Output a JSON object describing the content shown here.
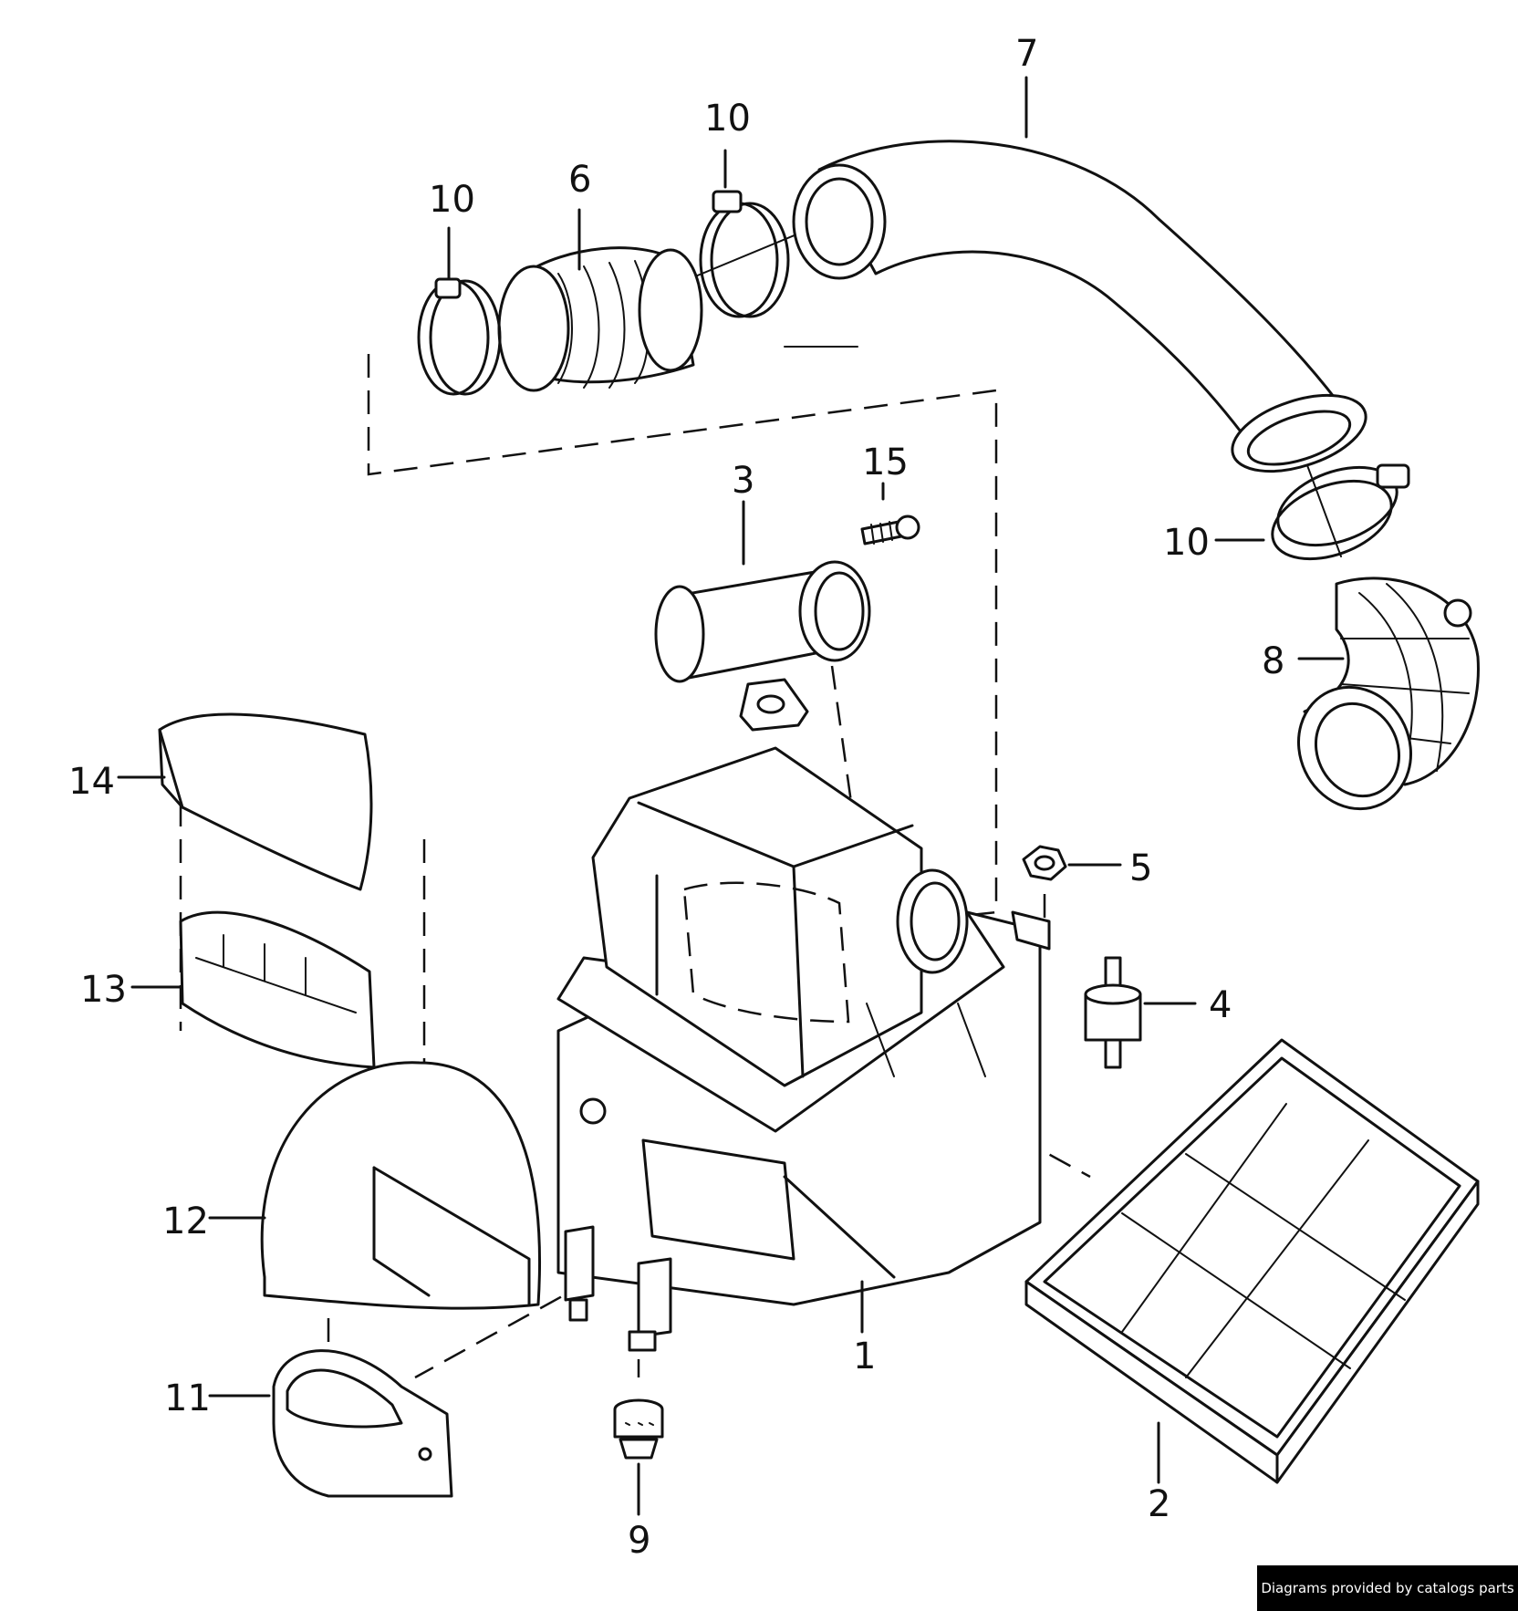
{
  "diagram": {
    "colors": {
      "line": "#111111",
      "background": "#ffffff",
      "credit_bg": "#000000",
      "credit_fg": "#ffffff"
    },
    "parts": [
      {
        "id": "air-filter-housing",
        "number": "1"
      },
      {
        "id": "filter-element",
        "number": "2"
      },
      {
        "id": "air-mass-meter",
        "number": "3"
      },
      {
        "id": "rubber-mount",
        "number": "4"
      },
      {
        "id": "hex-nut",
        "number": "5"
      },
      {
        "id": "bellows-hose",
        "number": "6"
      },
      {
        "id": "intake-hose",
        "number": "7"
      },
      {
        "id": "elbow-connector",
        "number": "8"
      },
      {
        "id": "grommet",
        "number": "9"
      },
      {
        "id": "hose-clamp-left",
        "number": "10"
      },
      {
        "id": "hose-clamp-top",
        "number": "10"
      },
      {
        "id": "hose-clamp-right",
        "number": "10"
      },
      {
        "id": "intake-funnel-lower",
        "number": "11"
      },
      {
        "id": "intake-duct",
        "number": "12"
      },
      {
        "id": "air-guide",
        "number": "13"
      },
      {
        "id": "intake-funnel-upper",
        "number": "14"
      },
      {
        "id": "screw",
        "number": "15"
      }
    ]
  },
  "credit": {
    "text": "Diagrams provided by catalogs parts"
  }
}
